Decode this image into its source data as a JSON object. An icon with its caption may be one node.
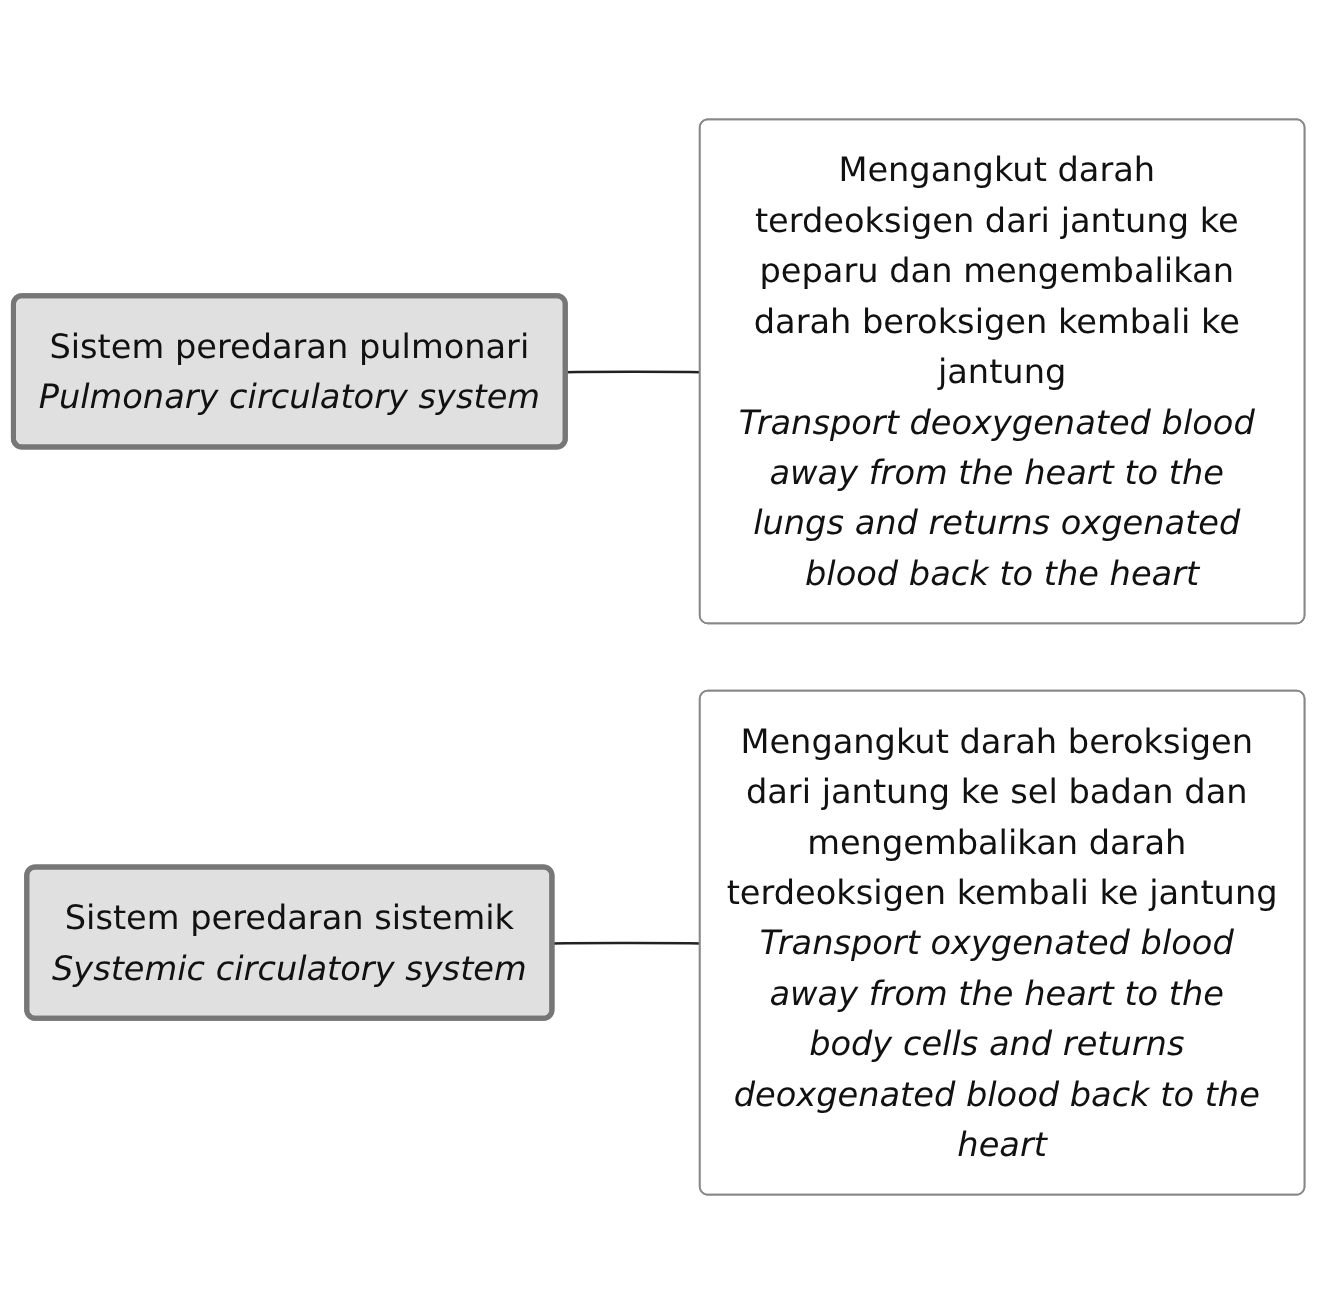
{
  "diagram": {
    "nodes": [
      {
        "text": [
          "Sistem peredaran pulmonari",
          "Pulmonary circulatory system"
        ]
      },
      {
        "text": [
          "Mengangkut darah beroksigen dari jantung ke sel badan dan mengembalikan darah terdeoksigen kembali ke jantung",
          "Transport oxygenated blood away from the heart to the body cells and returns deoxgenated blood back to the heart"
        ]
      },
      {
        "text": [
          "Sistem peredaran sistemik",
          "Systemic circulatory system"
        ]
      },
      {
        "text": [
          "Mengangkut darah terdeoksigen dari jantung ke peparu dan mengembalikan darah beroksigen kembali ke jantung",
          "Transport deoxygenated blood away from the heart to the lungs and returns oxgenated blood back to the heart"
        ]
      }
    ],
    "edges": [
      {
        "from": 0,
        "to": 3,
        "arrow": "none"
      },
      {
        "from": 2,
        "to": 1,
        "arrow": "none"
      }
    ]
  }
}
